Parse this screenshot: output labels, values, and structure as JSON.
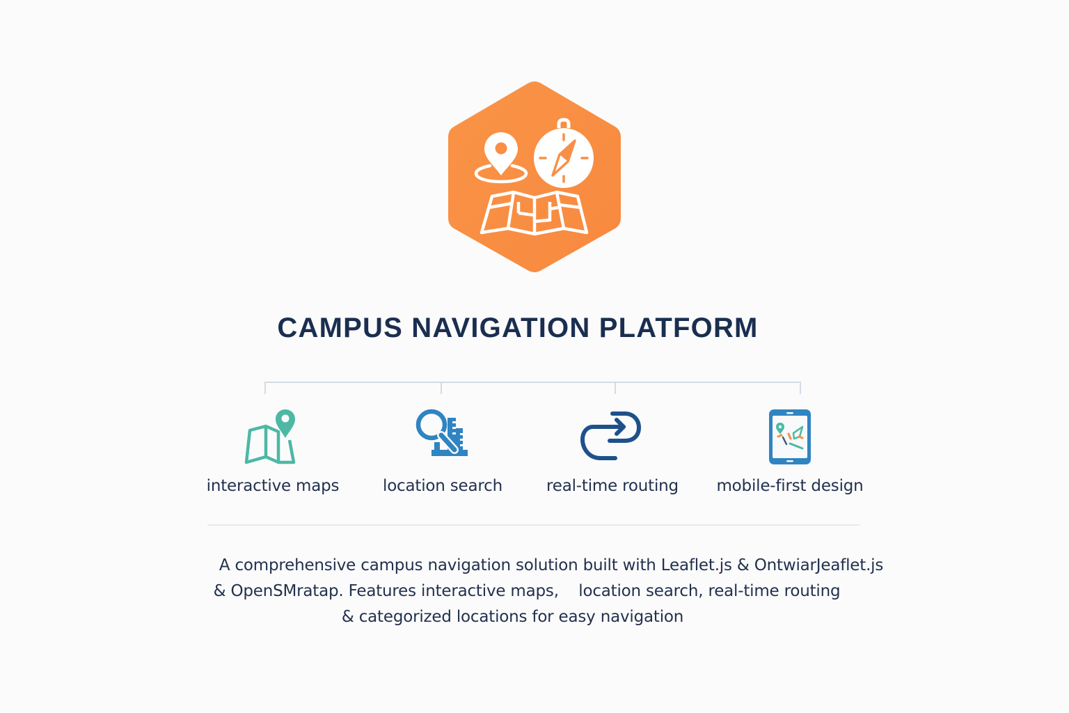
{
  "logo": {
    "icon": "campus-navigation-hexagon-logo",
    "shape": "hexagon",
    "background_color": "#f98f46",
    "glyphs": [
      "map-pin-icon",
      "compass-icon",
      "folded-map-icon"
    ]
  },
  "header": {
    "title": "CAMPUS NAVIGATION PLATFORM"
  },
  "features": [
    {
      "label": "interactive maps",
      "icon": "map-with-pin-icon",
      "color": "#4db8a4"
    },
    {
      "label": "location search",
      "icon": "magnifier-building-icon",
      "color": "#2f84c1"
    },
    {
      "label": "real-time routing",
      "icon": "route-arrow-icon",
      "color": "#1e5189"
    },
    {
      "label": "mobile-first design",
      "icon": "tablet-map-icon",
      "color": "#2f84c1"
    }
  ],
  "description": {
    "lines": [
      "A comprehensive campus navigation solution built with Leaflet.js & OntwiarJeaflet.js",
      "& OpenSMratap. Features interactive maps,    location search, real-time routing",
      "& categorized locations for easy navigation"
    ]
  },
  "colors": {
    "title": "#1a2e50",
    "body_text": "#22314d",
    "accent_orange": "#f98f46",
    "teal": "#4db8a4",
    "blue": "#2f84c1",
    "navy": "#1e5189",
    "divider": "#d3dbe5",
    "background": "#fbfbfc"
  }
}
